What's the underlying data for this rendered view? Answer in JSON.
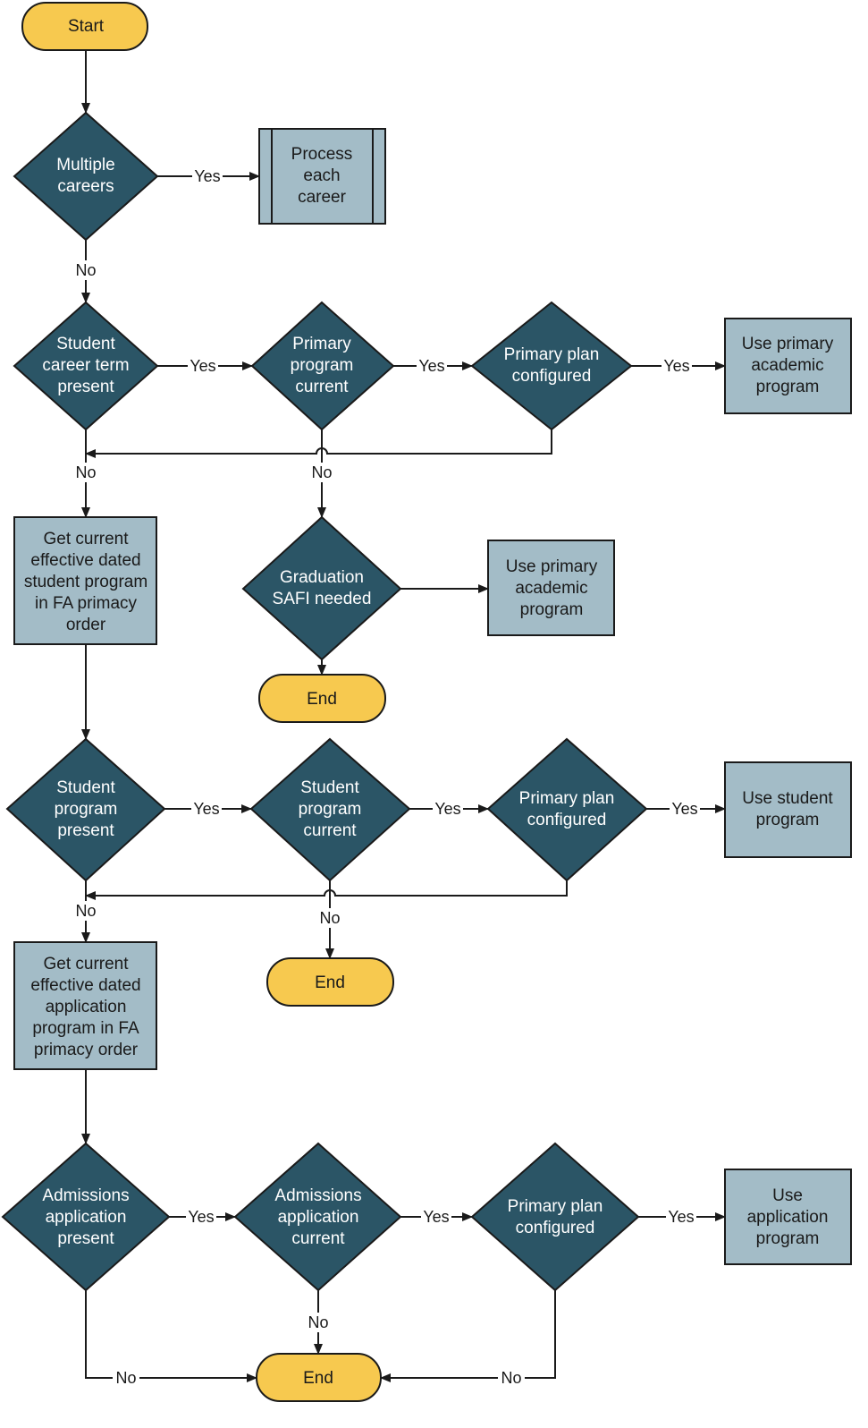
{
  "nodes": {
    "start": {
      "lines": [
        "Start"
      ]
    },
    "multiple_careers": {
      "lines": [
        "Multiple",
        "careers"
      ]
    },
    "process_each_career": {
      "lines": [
        "Process",
        "each",
        "career"
      ]
    },
    "student_career_term_present": {
      "lines": [
        "Student",
        "career term",
        "present"
      ]
    },
    "primary_program_current": {
      "lines": [
        "Primary",
        "program",
        "current"
      ]
    },
    "primary_plan_configured_1": {
      "lines": [
        "Primary plan",
        "configured"
      ]
    },
    "use_primary_academic_program_1": {
      "lines": [
        "Use primary",
        "academic",
        "program"
      ]
    },
    "get_current_student_program": {
      "lines": [
        "Get current",
        "effective dated",
        "student program",
        "in FA primacy",
        "order"
      ]
    },
    "graduation_safi_needed": {
      "lines": [
        "Graduation",
        "SAFI needed"
      ]
    },
    "use_primary_academic_program_2": {
      "lines": [
        "Use primary",
        "academic",
        "program"
      ]
    },
    "end_1": {
      "lines": [
        "End"
      ]
    },
    "student_program_present": {
      "lines": [
        "Student",
        "program",
        "present"
      ]
    },
    "student_program_current": {
      "lines": [
        "Student",
        "program",
        "current"
      ]
    },
    "primary_plan_configured_2": {
      "lines": [
        "Primary plan",
        "configured"
      ]
    },
    "use_student_program": {
      "lines": [
        "Use student",
        "program"
      ]
    },
    "end_2": {
      "lines": [
        "End"
      ]
    },
    "get_current_application_program": {
      "lines": [
        "Get current",
        "effective dated",
        "application",
        "program in FA",
        "primacy order"
      ]
    },
    "admissions_application_present": {
      "lines": [
        "Admissions",
        "application",
        "present"
      ]
    },
    "admissions_application_current": {
      "lines": [
        "Admissions",
        "application",
        "current"
      ]
    },
    "primary_plan_configured_3": {
      "lines": [
        "Primary plan",
        "configured"
      ]
    },
    "use_application_program": {
      "lines": [
        "Use",
        "application",
        "program"
      ]
    },
    "end_3": {
      "lines": [
        "End"
      ]
    }
  },
  "edge_labels": {
    "e1": "Yes",
    "e2": "No",
    "e3": "Yes",
    "e4": "Yes",
    "e5": "Yes",
    "e6": "No",
    "e7": "No",
    "e8": "Yes",
    "e9": "Yes",
    "e10": "Yes",
    "e11": "No",
    "e12": "No",
    "e13": "Yes",
    "e14": "Yes",
    "e15": "Yes",
    "e16": "No",
    "e17": "No",
    "e18": "No"
  },
  "colors": {
    "terminal": "#F7C94F",
    "decision": "#2B5566",
    "process": "#A3BCC7",
    "stroke": "#1a1a1a"
  }
}
